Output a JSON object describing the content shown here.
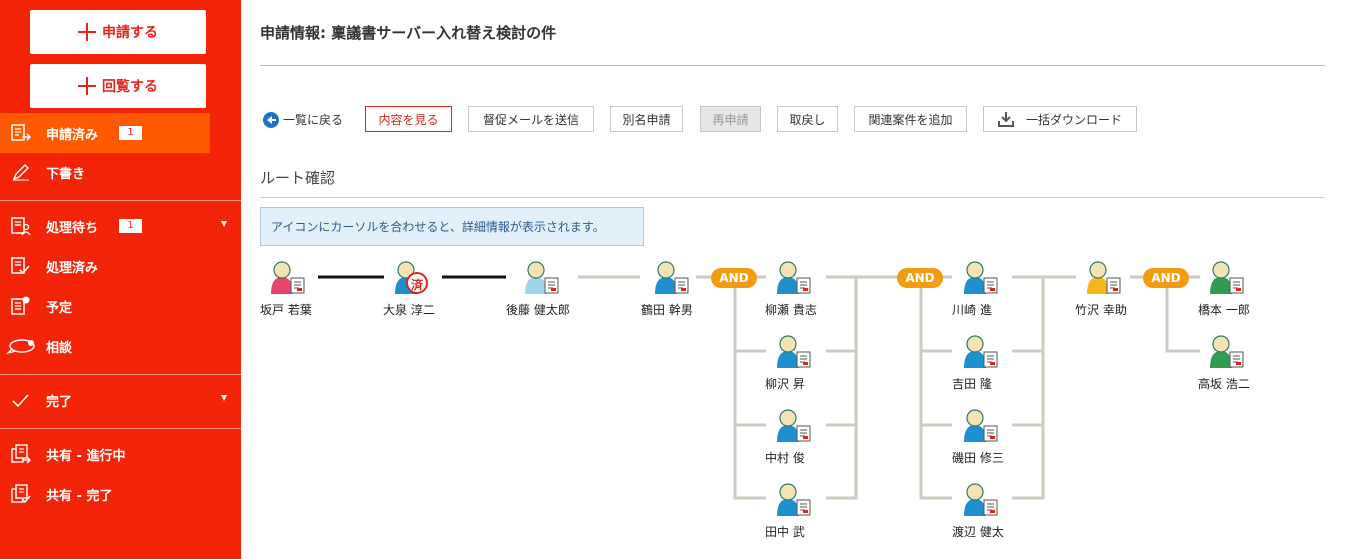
{
  "sidebar": {
    "apply_button": "申請する",
    "circulate_button": "回覧する",
    "items": [
      {
        "label": "申請済み",
        "badge": "1"
      },
      {
        "label": "下書き"
      },
      {
        "label": "処理待ち",
        "badge": "1"
      },
      {
        "label": "処理済み"
      },
      {
        "label": "予定"
      },
      {
        "label": "相談"
      },
      {
        "label": "完了"
      },
      {
        "label": "共有 - 進行中"
      },
      {
        "label": "共有 - 完了"
      }
    ]
  },
  "header": {
    "title": "申請情報: 稟議書サーバー入れ替え検討の件"
  },
  "toolbar": {
    "back": "一覧に戻る",
    "view_content": "内容を見る",
    "remind": "督促メールを送信",
    "alias": "別名申請",
    "reapply": "再申請",
    "withdraw": "取戻し",
    "add_related": "関連案件を追加",
    "bulk_download": "一括ダウンロード"
  },
  "route": {
    "section_title": "ルート確認",
    "info": "アイコンにカーソルを合わせると、詳細情報が表示されます。",
    "and_label": "AND",
    "people": {
      "p1": "坂戸  若葉",
      "p2": "大泉  淳二",
      "p2_stamp": "済",
      "p3": "後藤  健太郎",
      "p4": "鶴田  幹男",
      "g1a": "柳瀬  貴志",
      "g1b": "柳沢  昇",
      "g1c": "中村  俊",
      "g1d": "田中  武",
      "g2a": "川崎  進",
      "g2b": "吉田  隆",
      "g2c": "磯田  修三",
      "g2d": "渡辺  健太",
      "p5": "竹沢  幸助",
      "g3a": "橋本  一郎",
      "g3b": "高坂  浩二"
    }
  },
  "colors": {
    "sidebar": "#f42409",
    "sidebar_active": "#ff5a00",
    "and_badge": "#f39c12",
    "person_done": "#e8436a",
    "person_blue": "#1e8fcf",
    "person_pale": "#9fd3ea",
    "person_yellow": "#f5b81c",
    "person_green": "#2e9d4f"
  }
}
